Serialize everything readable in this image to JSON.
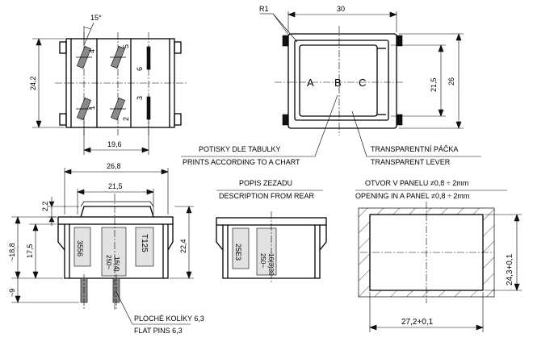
{
  "top_left": {
    "angle": "15°",
    "height": "24,2",
    "width": "19,6",
    "pins": [
      "4",
      "5",
      "6",
      "1",
      "2",
      "3"
    ]
  },
  "top_right": {
    "radius": "R1",
    "width": "30",
    "inner_height": "21,5",
    "height": "26",
    "letters": [
      "A",
      "B",
      "C"
    ]
  },
  "labels": {
    "prints_cz": "POTISKY DLE TABULKY",
    "prints_en": "PRINTS ACCORDING TO A CHART",
    "lever_cz": "TRANSPARENTNÍ PÁČKA",
    "lever_en": "TRANSPARENT LEVER",
    "rear_cz": "POPIS ZEZADU",
    "rear_en": "DESCRIPTION FROM REAR",
    "opening_cz": "OTVOR V PANELU ≠0,8 ÷ 2mm",
    "opening_en": "OPENING IN A PANEL ≠0,8 ÷ 2mm",
    "pins_cz": "PLOCHÉ KOLÍKY 6,3",
    "pins_en": "FLAT PINS 6,3"
  },
  "side_view": {
    "width": "26,8",
    "inner_width": "21,5",
    "dim_2_2": "2,2",
    "dim_18_8": "~18,8",
    "dim_17_5": "17,5",
    "dim_22_4": "22,4",
    "dim_9": "~9",
    "code": "3556",
    "model": "T125",
    "rating_1": "16(4)",
    "rating_2": "250~"
  },
  "rear_view": {
    "code": "25E3",
    "rating_1": "16(3)30",
    "rating_2": "250~"
  },
  "panel_cutout": {
    "width": "27,2+0,1",
    "height": "24,3+0,1"
  }
}
